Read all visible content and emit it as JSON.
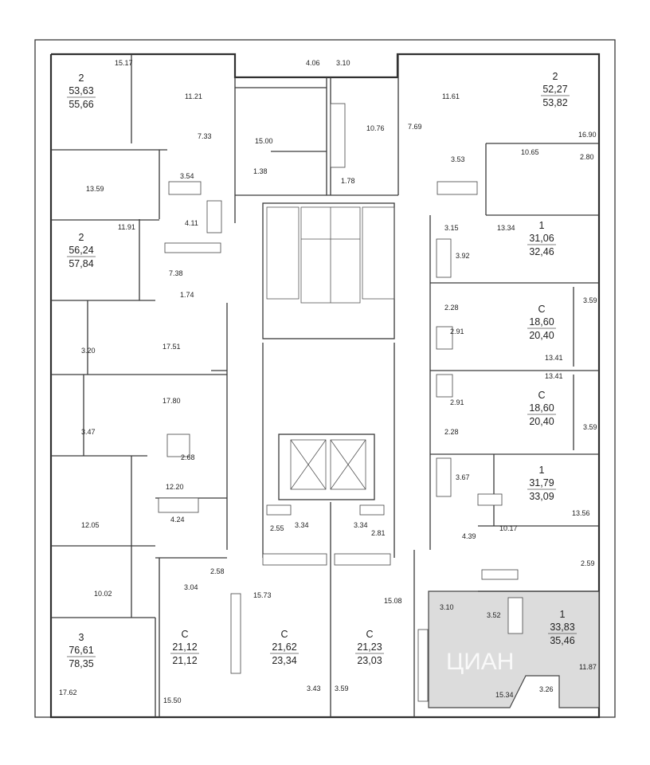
{
  "apartments": [
    {
      "id": "nw",
      "type": "2",
      "area_living": "53,63",
      "area_total": "55,66"
    },
    {
      "id": "w2",
      "type": "2",
      "area_living": "56,24",
      "area_total": "57,84"
    },
    {
      "id": "sw",
      "type": "3",
      "area_living": "76,61",
      "area_total": "78,35"
    },
    {
      "id": "s1",
      "type": "С",
      "area_living": "21,12",
      "area_total": "21,12"
    },
    {
      "id": "s2",
      "type": "С",
      "area_living": "21,62",
      "area_total": "23,34"
    },
    {
      "id": "s3",
      "type": "С",
      "area_living": "21,23",
      "area_total": "23,03"
    },
    {
      "id": "se",
      "type": "1",
      "area_living": "33,83",
      "area_total": "35,46",
      "highlighted": true
    },
    {
      "id": "e3",
      "type": "1",
      "area_living": "31,79",
      "area_total": "33,09"
    },
    {
      "id": "e2b",
      "type": "С",
      "area_living": "18,60",
      "area_total": "20,40"
    },
    {
      "id": "e2a",
      "type": "С",
      "area_living": "18,60",
      "area_total": "20,40"
    },
    {
      "id": "e1",
      "type": "1",
      "area_living": "31,06",
      "area_total": "32,46"
    },
    {
      "id": "ne",
      "type": "2",
      "area_living": "52,27",
      "area_total": "53,82"
    }
  ],
  "room_areas": [
    "15.17",
    "11.21",
    "4.06",
    "3.10",
    "11.61",
    "16.90",
    "7.33",
    "3.54",
    "15.00",
    "1.38",
    "10.76",
    "1.78",
    "7.69",
    "3.53",
    "10.65",
    "2.80",
    "13.59",
    "11.91",
    "4.11",
    "3.15",
    "13.34",
    "3.92",
    "7.38",
    "1.74",
    "2.28",
    "3.59",
    "2.91",
    "17.51",
    "3.20",
    "13.41",
    "13.41",
    "17.80",
    "2.91",
    "3.47",
    "2.68",
    "2.28",
    "3.59",
    "12.20",
    "3.67",
    "13.56",
    "4.24",
    "12.05",
    "3.34",
    "3.34",
    "2.55",
    "2.81",
    "10.17",
    "4.39",
    "2.58",
    "10.02",
    "3.04",
    "15.73",
    "15.08",
    "2.59",
    "3.10",
    "3.52",
    "11.87",
    "17.62",
    "15.50",
    "3.43",
    "3.59",
    "15.34",
    "3.26"
  ],
  "watermark": "ЦИАН",
  "colors": {
    "highlight": "#dcdcdc",
    "wall": "#3a3a3a",
    "text": "#222222"
  }
}
